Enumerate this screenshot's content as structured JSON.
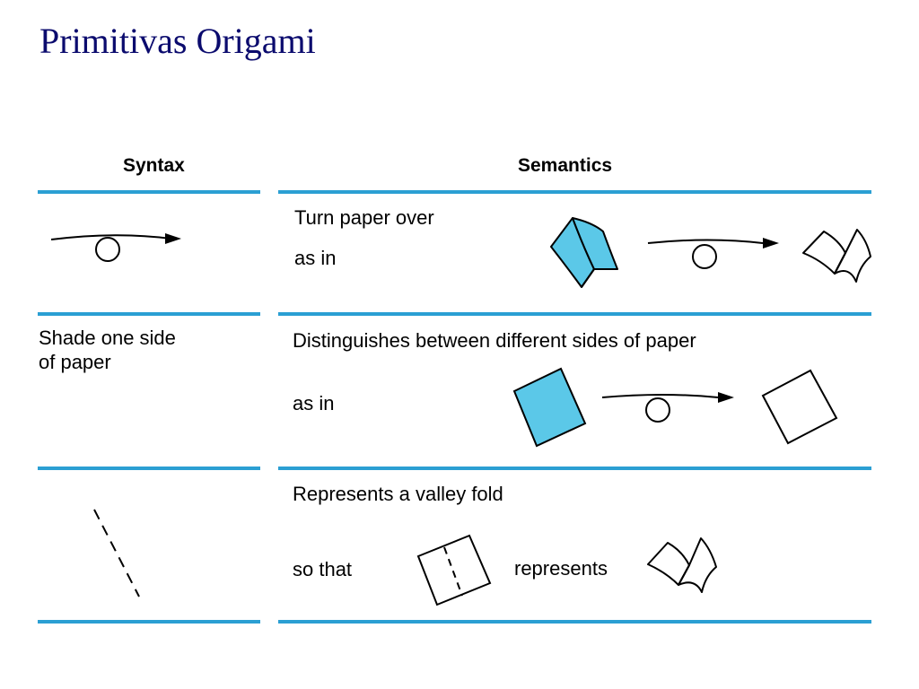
{
  "title": "Primitivas Origami",
  "headers": {
    "syntax": "Syntax",
    "semantics": "Semantics"
  },
  "rows": [
    {
      "syntax": "",
      "semantics_main": "Turn paper over",
      "semantics_secondary": "as in"
    },
    {
      "syntax_line1": "Shade one side",
      "syntax_line2": "of paper",
      "semantics_main": "Distinguishes between different sides of paper",
      "semantics_secondary": "as in"
    },
    {
      "syntax": "",
      "semantics_main": "Represents a valley fold",
      "semantics_secondary": "so that",
      "semantics_tertiary": "represents"
    }
  ],
  "colors": {
    "rule": "#2b9fd3",
    "shade": "#5bc8e8",
    "title": "#0b0b6e"
  }
}
